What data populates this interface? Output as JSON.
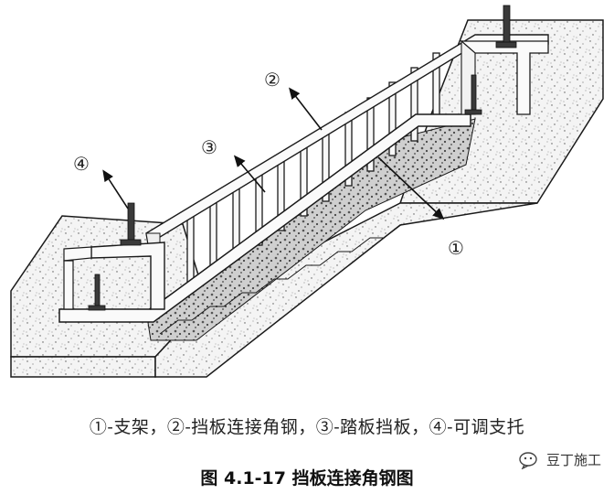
{
  "figure": {
    "callouts": [
      {
        "id": "callout-1",
        "label": "①"
      },
      {
        "id": "callout-2",
        "label": "②"
      },
      {
        "id": "callout-3",
        "label": "③"
      },
      {
        "id": "callout-4",
        "label": "④"
      }
    ],
    "legend": "①-支架，②-挡板连接角钢，③-踏板挡板，④-可调支托",
    "caption": "图 4.1-17  挡板连接角钢图"
  },
  "watermark": {
    "text": "豆丁施工",
    "icon": "wechat-bubble-icon"
  },
  "colors": {
    "line": "#1a1a1a",
    "concrete": "#f4f4f4",
    "dark_fill": "#3a3a3a"
  }
}
